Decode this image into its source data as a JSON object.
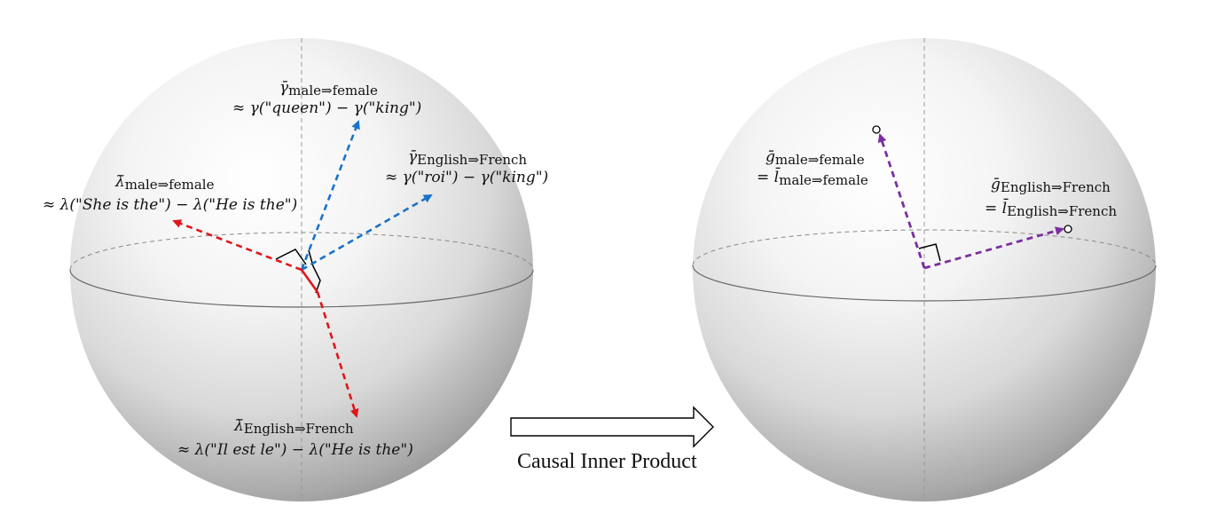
{
  "left_sphere": {
    "labels": {
      "gamma_mf_sym": "γ̄",
      "gamma_mf_sub": "male⇒female",
      "gamma_mf_eq": "≈ γ(\"queen\") − γ(\"king\")",
      "gamma_ef_sym": "γ̄",
      "gamma_ef_sub": "English⇒French",
      "gamma_ef_eq": "≈ γ(\"roi\") − γ(\"king\")",
      "lambda_mf_sym": "λ̄",
      "lambda_mf_sub": "male⇒female",
      "lambda_mf_eq": "≈ λ(\"She is the\") − λ(\"He is the\")",
      "lambda_ef_sym": "λ̄",
      "lambda_ef_sub": "English⇒French",
      "lambda_ef_eq": "≈ λ(\"Il est le\") − λ(\"He is the\")"
    }
  },
  "right_sphere": {
    "labels": {
      "g_mf_sym": "ḡ",
      "g_mf_sub": "male⇒female",
      "l_mf_prefix": "= ",
      "l_mf_sym": "l̄",
      "l_mf_sub": "male⇒female",
      "g_ef_sym": "ḡ",
      "g_ef_sub": "English⇒French",
      "l_ef_prefix": "= ",
      "l_ef_sym": "l̄",
      "l_ef_sub": "English⇒French"
    }
  },
  "transform": {
    "caption": "Causal Inner Product"
  },
  "colors": {
    "gamma_arrows": "#1a73c9",
    "lambda_arrows": "#e0161b",
    "unified_arrows": "#7a2fa0"
  }
}
